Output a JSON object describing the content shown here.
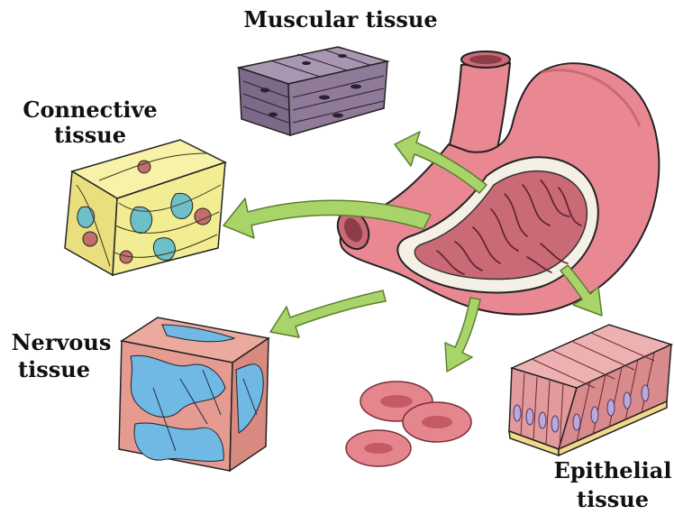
{
  "labels": {
    "muscular": "Muscular tissue",
    "connective_line1": "Connective",
    "connective_line2": "tissue",
    "nervous_line1": "Nervous",
    "nervous_line2": "tissue",
    "epithelial_line1": "Epithelial",
    "epithelial_line2": "tissue"
  },
  "colors": {
    "stomach": "#e98893",
    "stomach_dark": "#b85664",
    "stomach_inner": "#c96a76",
    "arrow": "#a9d46a",
    "muscle": "#8f7a98",
    "connective_bg": "#f2ec93",
    "nervous_bg": "#e69b90",
    "nervous_cells": "#6fb9e4",
    "blood_cell": "#e5868f",
    "epithelial": "#e39a9c",
    "nucleus": "#bba8d8"
  }
}
